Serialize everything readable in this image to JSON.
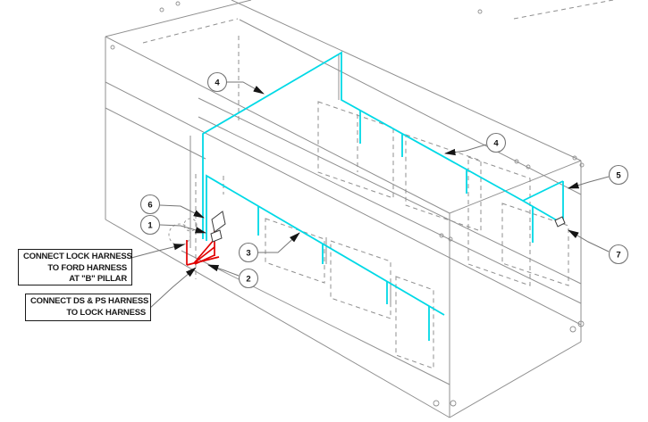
{
  "notes": {
    "note1": {
      "line1": "CONNECT LOCK HARNESS",
      "line2": "TO FORD HARNESS",
      "line3": "AT \"B\" PILLAR"
    },
    "note2": {
      "line1": "CONNECT DS & PS HARNESS",
      "line2": "TO LOCK HARNESS"
    }
  },
  "callouts": {
    "c1": "1",
    "c2": "2",
    "c3": "3",
    "c4a": "4",
    "c4b": "4",
    "c5": "5",
    "c6": "6",
    "c7": "7"
  },
  "colors": {
    "harness_cyan": "#00d9e6",
    "highlight_red": "#e10000",
    "structure_gray": "#8f8f8f"
  }
}
